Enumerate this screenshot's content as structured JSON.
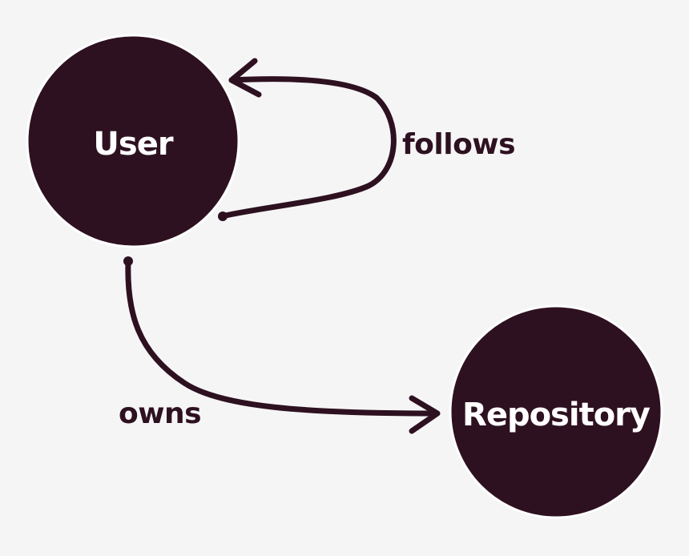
{
  "colors": {
    "background": "#f5f5f5",
    "node_fill": "#2e1120",
    "node_text": "#ffffff",
    "edge": "#2e1120",
    "edge_text": "#2e1120"
  },
  "nodes": {
    "user": {
      "label": "User"
    },
    "repository": {
      "label": "Repository"
    }
  },
  "edges": {
    "follows": {
      "label": "follows",
      "from": "User",
      "to": "User"
    },
    "owns": {
      "label": "owns",
      "from": "User",
      "to": "Repository"
    }
  }
}
